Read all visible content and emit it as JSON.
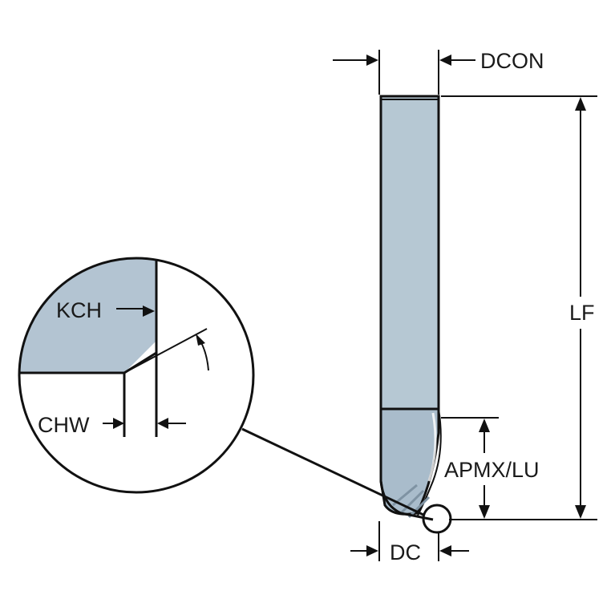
{
  "labels": {
    "dcon": "DCON",
    "lf": "LF",
    "apmx_lu": "APMX/LU",
    "dc": "DC",
    "kch": "KCH",
    "chw": "CHW"
  },
  "colors": {
    "shank": "#b6c8d3",
    "flute": "#a9bccb",
    "flute_dark": "#7f93a3",
    "detail_fill": "#b3c4d2",
    "line": "#111111"
  }
}
